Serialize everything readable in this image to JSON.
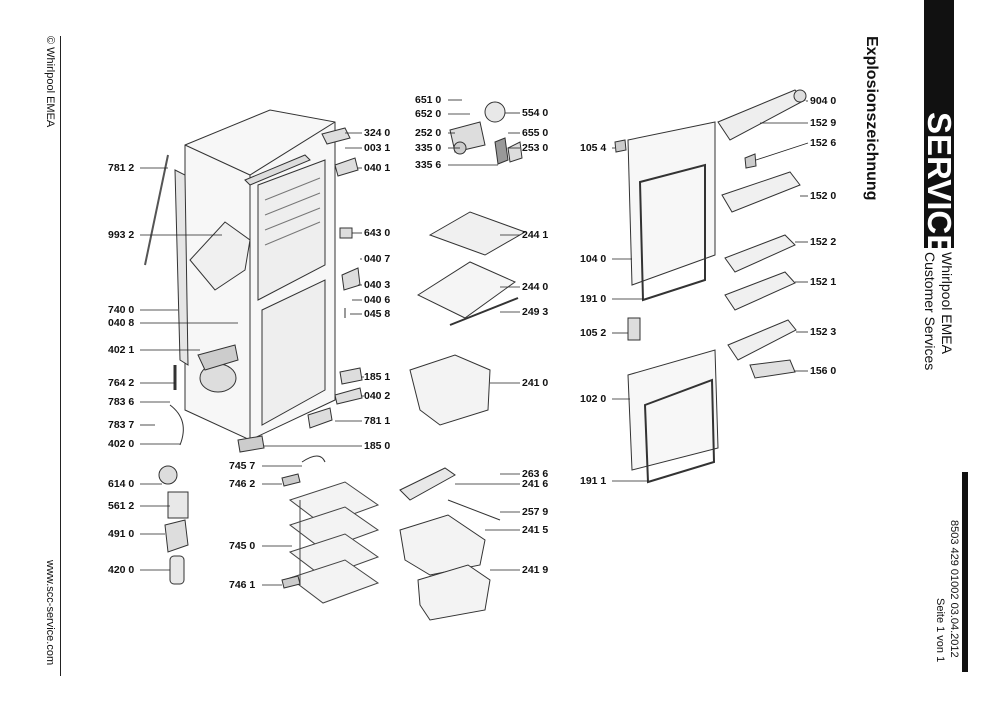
{
  "copyright": "© Whirlpool EMEA",
  "website": "www.scc-service.com",
  "title": "Explosionszeichnung",
  "brand": {
    "service": "SERVICE",
    "company": "Whirlpool EMEA",
    "department": "Customer Services"
  },
  "document": {
    "number": "8503 429 01002",
    "date": "03.04.2012",
    "page": "Seite 1 von 1"
  },
  "parts": [
    {
      "id": "p1",
      "text": "781 2"
    },
    {
      "id": "p2",
      "text": "993 2"
    },
    {
      "id": "p3",
      "text": "740 0"
    },
    {
      "id": "p4",
      "text": "040 8"
    },
    {
      "id": "p5",
      "text": "402 1"
    },
    {
      "id": "p6",
      "text": "764 2"
    },
    {
      "id": "p7",
      "text": "783 6"
    },
    {
      "id": "p8",
      "text": "783 7"
    },
    {
      "id": "p9",
      "text": "402 0"
    },
    {
      "id": "p10",
      "text": "614 0"
    },
    {
      "id": "p11",
      "text": "561 2"
    },
    {
      "id": "p12",
      "text": "491 0"
    },
    {
      "id": "p13",
      "text": "420 0"
    },
    {
      "id": "p14",
      "text": "324 0"
    },
    {
      "id": "p15",
      "text": "003 1"
    },
    {
      "id": "p16",
      "text": "040 1"
    },
    {
      "id": "p17",
      "text": "643 0"
    },
    {
      "id": "p18",
      "text": "040 7"
    },
    {
      "id": "p19",
      "text": "040 3"
    },
    {
      "id": "p20",
      "text": "040 6"
    },
    {
      "id": "p21",
      "text": "045 8"
    },
    {
      "id": "p22",
      "text": "185 1"
    },
    {
      "id": "p23",
      "text": "040 2"
    },
    {
      "id": "p24",
      "text": "781 1"
    },
    {
      "id": "p25",
      "text": "185 0"
    },
    {
      "id": "p26",
      "text": "745 7"
    },
    {
      "id": "p27",
      "text": "746 2"
    },
    {
      "id": "p28",
      "text": "745 0"
    },
    {
      "id": "p29",
      "text": "746 1"
    },
    {
      "id": "p30",
      "text": "651 0"
    },
    {
      "id": "p31",
      "text": "652 0"
    },
    {
      "id": "p32",
      "text": "252 0"
    },
    {
      "id": "p33",
      "text": "335 0"
    },
    {
      "id": "p34",
      "text": "335 6"
    },
    {
      "id": "p35",
      "text": "554 0"
    },
    {
      "id": "p36",
      "text": "655 0"
    },
    {
      "id": "p37",
      "text": "253 0"
    },
    {
      "id": "p38",
      "text": "244 1"
    },
    {
      "id": "p39",
      "text": "244 0"
    },
    {
      "id": "p40",
      "text": "249 3"
    },
    {
      "id": "p41",
      "text": "241 0"
    },
    {
      "id": "p42",
      "text": "263 6"
    },
    {
      "id": "p43",
      "text": "241 6"
    },
    {
      "id": "p44",
      "text": "257 9"
    },
    {
      "id": "p45",
      "text": "241 5"
    },
    {
      "id": "p46",
      "text": "241 9"
    },
    {
      "id": "p47",
      "text": "105 4"
    },
    {
      "id": "p48",
      "text": "104 0"
    },
    {
      "id": "p49",
      "text": "191 0"
    },
    {
      "id": "p50",
      "text": "105 2"
    },
    {
      "id": "p51",
      "text": "102 0"
    },
    {
      "id": "p52",
      "text": "191 1"
    },
    {
      "id": "p53",
      "text": "904 0"
    },
    {
      "id": "p54",
      "text": "152 9"
    },
    {
      "id": "p55",
      "text": "152 6"
    },
    {
      "id": "p56",
      "text": "152 0"
    },
    {
      "id": "p57",
      "text": "152 2"
    },
    {
      "id": "p58",
      "text": "152 1"
    },
    {
      "id": "p59",
      "text": "152 3"
    },
    {
      "id": "p60",
      "text": "156 0"
    }
  ]
}
